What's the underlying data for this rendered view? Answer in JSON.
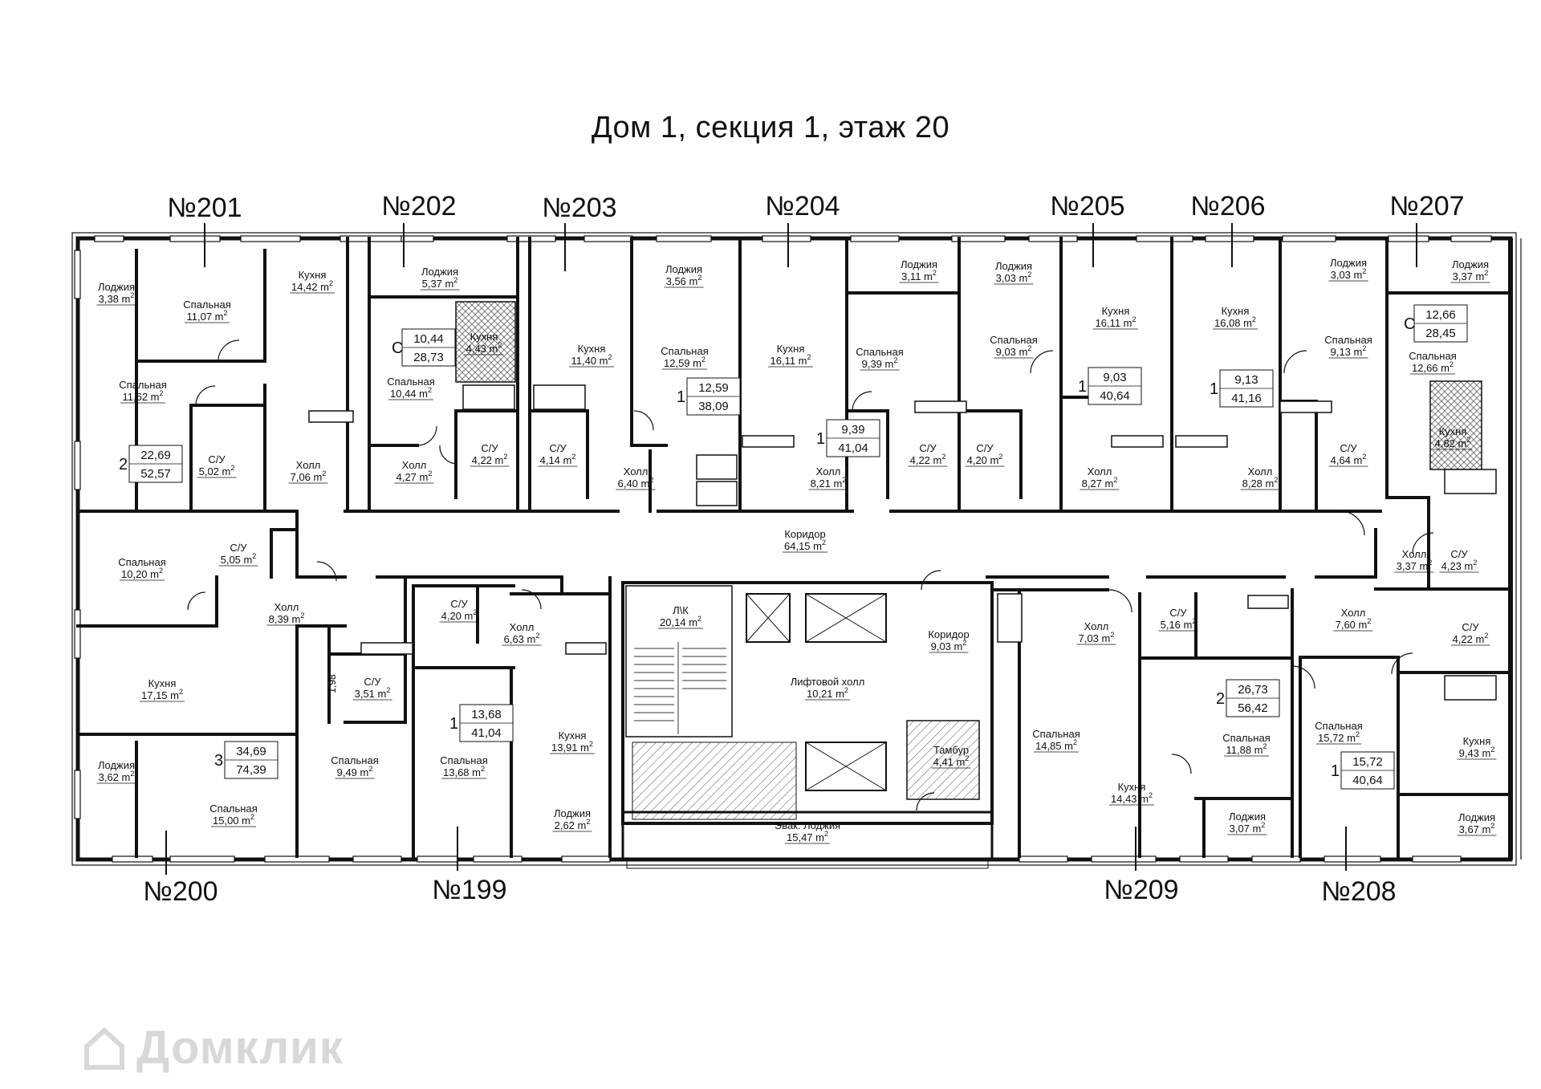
{
  "title": "Дом 1, секция 1, этаж 20",
  "watermark": "Домклик",
  "apartments": [
    {
      "id": "apt-201",
      "label": "№201"
    },
    {
      "id": "apt-202",
      "label": "№202"
    },
    {
      "id": "apt-203",
      "label": "№203"
    },
    {
      "id": "apt-204",
      "label": "№204"
    },
    {
      "id": "apt-205",
      "label": "№205"
    },
    {
      "id": "apt-206",
      "label": "№206"
    },
    {
      "id": "apt-207",
      "label": "№207"
    },
    {
      "id": "apt-200",
      "label": "№200"
    },
    {
      "id": "apt-199",
      "label": "№199"
    },
    {
      "id": "apt-209",
      "label": "№209"
    },
    {
      "id": "apt-208",
      "label": "№208"
    }
  ],
  "summaries": [
    {
      "rooms": "2",
      "living": "22,69",
      "total": "52,57"
    },
    {
      "rooms": "С",
      "living": "10,44",
      "total": "28,73"
    },
    {
      "rooms": "1",
      "living": "12,59",
      "total": "38,09"
    },
    {
      "rooms": "1",
      "living": "9,39",
      "total": "41,04"
    },
    {
      "rooms": "1",
      "living": "9,03",
      "total": "40,64"
    },
    {
      "rooms": "1",
      "living": "9,13",
      "total": "41,16"
    },
    {
      "rooms": "С",
      "living": "12,66",
      "total": "28,45"
    },
    {
      "rooms": "3",
      "living": "34,69",
      "total": "74,39"
    },
    {
      "rooms": "1",
      "living": "13,68",
      "total": "41,04"
    },
    {
      "rooms": "2",
      "living": "26,73",
      "total": "56,42"
    },
    {
      "rooms": "1",
      "living": "15,72",
      "total": "40,64"
    }
  ],
  "area_unit": "m",
  "area_unit_sup": "2",
  "rooms": [
    {
      "name": "Лоджия",
      "area": "3,38"
    },
    {
      "name": "Спальная",
      "area": "11,07"
    },
    {
      "name": "Кухня",
      "area": "14,42"
    },
    {
      "name": "Лоджия",
      "area": "5,37"
    },
    {
      "name": "Кухня",
      "area": "4,43"
    },
    {
      "name": "Спальная",
      "area": "10,44"
    },
    {
      "name": "Кухня",
      "area": "11,40"
    },
    {
      "name": "Лоджия",
      "area": "3,56"
    },
    {
      "name": "Спальная",
      "area": "12,59"
    },
    {
      "name": "Кухня",
      "area": "16,11"
    },
    {
      "name": "Лоджия",
      "area": "3,11"
    },
    {
      "name": "Спальная",
      "area": "9,39"
    },
    {
      "name": "Лоджия",
      "area": "3,03"
    },
    {
      "name": "Спальная",
      "area": "9,03"
    },
    {
      "name": "Кухня",
      "area": "16,11"
    },
    {
      "name": "Кухня",
      "area": "16,08"
    },
    {
      "name": "Лоджия",
      "area": "3,03"
    },
    {
      "name": "Спальная",
      "area": "9,13"
    },
    {
      "name": "Лоджия",
      "area": "3,37"
    },
    {
      "name": "Спальная",
      "area": "12,66"
    },
    {
      "name": "Кухня",
      "area": "4,82"
    },
    {
      "name": "Спальная",
      "area": "11,62"
    },
    {
      "name": "С/У",
      "area": "5,02"
    },
    {
      "name": "Холл",
      "area": "7,06"
    },
    {
      "name": "Холл",
      "area": "4,27"
    },
    {
      "name": "С/У",
      "area": "4,22"
    },
    {
      "name": "С/У",
      "area": "4,14"
    },
    {
      "name": "Холл",
      "area": "6,40"
    },
    {
      "name": "Холл",
      "area": "8,21"
    },
    {
      "name": "С/У",
      "area": "4,22"
    },
    {
      "name": "С/У",
      "area": "4,20"
    },
    {
      "name": "Холл",
      "area": "8,27"
    },
    {
      "name": "Холл",
      "area": "8,28"
    },
    {
      "name": "С/У",
      "area": "4,64"
    },
    {
      "name": "Коридор",
      "area": "64,15"
    },
    {
      "name": "Спальная",
      "area": "10,20"
    },
    {
      "name": "С/У",
      "area": "5,05"
    },
    {
      "name": "Холл",
      "area": "8,39"
    },
    {
      "name": "Холл",
      "area": "3,37"
    },
    {
      "name": "С/У",
      "area": "4,23"
    },
    {
      "name": "С/У",
      "area": "4,20"
    },
    {
      "name": "Холл",
      "area": "6,63"
    },
    {
      "name": "Л\\К",
      "area": "20,14"
    },
    {
      "name": "Коридор",
      "area": "9,03"
    },
    {
      "name": "Холл",
      "area": "7,03"
    },
    {
      "name": "С/У",
      "area": "5,16"
    },
    {
      "name": "Холл",
      "area": "7,60"
    },
    {
      "name": "С/У",
      "area": "4,22"
    },
    {
      "name": "Кухня",
      "area": "17,15"
    },
    {
      "name": "С/У",
      "area": "3,51"
    },
    {
      "name": "Лифтовой холл",
      "area": "10,21"
    },
    {
      "name": "Кухня",
      "area": "13,91"
    },
    {
      "name": "Лоджия",
      "area": "3,62"
    },
    {
      "name": "Спальная",
      "area": "9,49"
    },
    {
      "name": "Спальная",
      "area": "13,68"
    },
    {
      "name": "Тамбур",
      "area": "4,41"
    },
    {
      "name": "Спальная",
      "area": "14,85"
    },
    {
      "name": "Спальная",
      "area": "11,88"
    },
    {
      "name": "Спальная",
      "area": "15,72"
    },
    {
      "name": "Кухня",
      "area": "9,43"
    },
    {
      "name": "Спальная",
      "area": "15,00"
    },
    {
      "name": "Лоджия",
      "area": "2,62"
    },
    {
      "name": "Эвак. Лоджия",
      "area": "15,47"
    },
    {
      "name": "Кухня",
      "area": "14,43"
    },
    {
      "name": "Лоджия",
      "area": "3,07"
    },
    {
      "name": "Лоджия",
      "area": "3,67"
    }
  ],
  "storage_dimension": "1,98"
}
